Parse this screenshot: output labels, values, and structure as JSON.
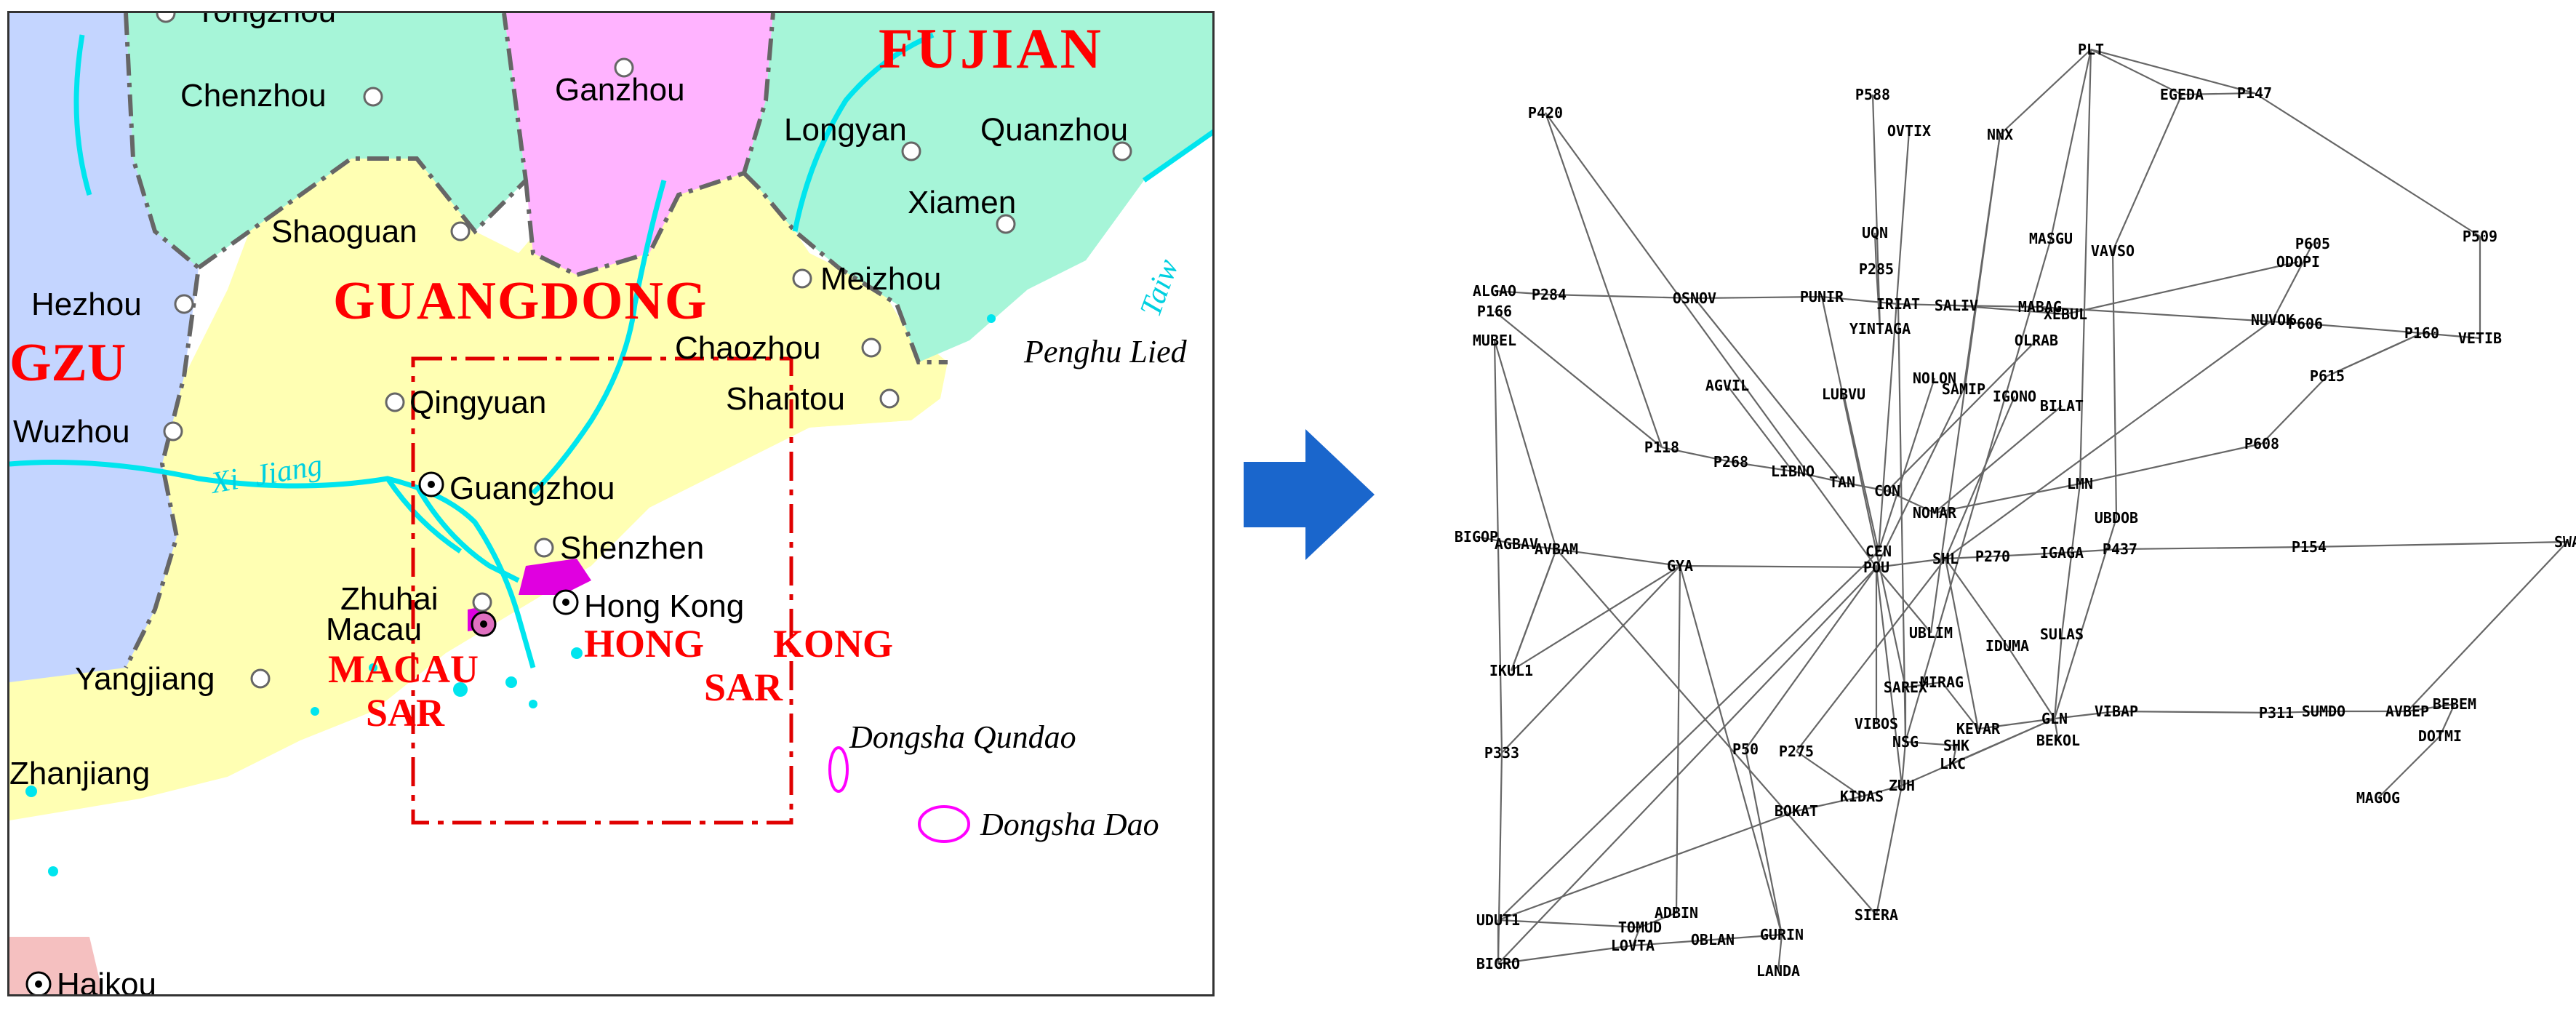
{
  "map": {
    "provinces": [
      "FUJIAN",
      "GUANGDONG",
      "GZU"
    ],
    "sar_labels": [
      "MACAU",
      "SAR",
      "HONG",
      "KONG",
      "SAR"
    ],
    "cities": [
      "Yongzhou",
      "Chenzhou",
      "Ganzhou",
      "Longyan",
      "Quanzhou",
      "Xiamen",
      "Shaoguan",
      "Meizhou",
      "Hezhou",
      "Chaozhou",
      "Shantou",
      "Qingyuan",
      "Wuzhou",
      "Guangzhou",
      "Shenzhen",
      "Zhuhai",
      "Macau",
      "Hong Kong",
      "Yangjiang",
      "Zhanjiang",
      "Haikou"
    ],
    "sea_labels": [
      "Penghu Lied",
      "Dongsha Qundao",
      "Dongsha Dao"
    ],
    "river_labels": [
      "Xi",
      "Jiang",
      "Taiw"
    ],
    "colors": {
      "guangdong": "#ffffb3",
      "fujian": "#a6f5d8",
      "jiangxi": "#ffb3ff",
      "guangxi": "#c4d5ff",
      "sea": "#ffffff",
      "province_label": "#ff0000",
      "river": "#00e5ee"
    }
  },
  "route_network": {
    "waypoints": [
      "PLT",
      "P588",
      "OVTIX",
      "NNX",
      "EGEDA",
      "P147",
      "P420",
      "UQN",
      "MASGU",
      "VAVSO",
      "P605",
      "ODOPI",
      "P509",
      "P285",
      "ALGAO",
      "P284",
      "P166",
      "OSNOV",
      "PUNIR",
      "IRIAT",
      "SALIV",
      "MABAG",
      "XEBUL",
      "NUVOK",
      "P606",
      "P160",
      "VETIB",
      "YINTAGA",
      "OLRAB",
      "MUBEL",
      "AGVIL",
      "LUBVU",
      "NOLON",
      "SAMIP",
      "IGONO",
      "BILAT",
      "P615",
      "P118",
      "P268",
      "LIBNO",
      "TAN",
      "CON",
      "LMN",
      "P608",
      "NOMAR",
      "UBDOB",
      "BIGOP",
      "AGBAV",
      "AVBAM",
      "GYA",
      "CEN",
      "POU",
      "SHL",
      "P270",
      "IGAGA",
      "P437",
      "P154",
      "SWA",
      "UBLIM",
      "IDUMA",
      "SULAS",
      "IKUL1",
      "SAREX",
      "MIRAG",
      "KEVAR",
      "GLN",
      "VIBOS",
      "NSG",
      "SHK",
      "LKC",
      "BEKOL",
      "VIBAP",
      "P311",
      "SUMDO",
      "AVBEP",
      "BEBEM",
      "DOTMI",
      "P333",
      "P50",
      "P275",
      "ZUH",
      "KIDAS",
      "BOKAT",
      "MAGOG",
      "ADBIN",
      "UDUT1",
      "TOMUD",
      "GURIN",
      "SIERA",
      "LOVTA",
      "OBLAN",
      "BIGRO",
      "LANDA"
    ]
  }
}
